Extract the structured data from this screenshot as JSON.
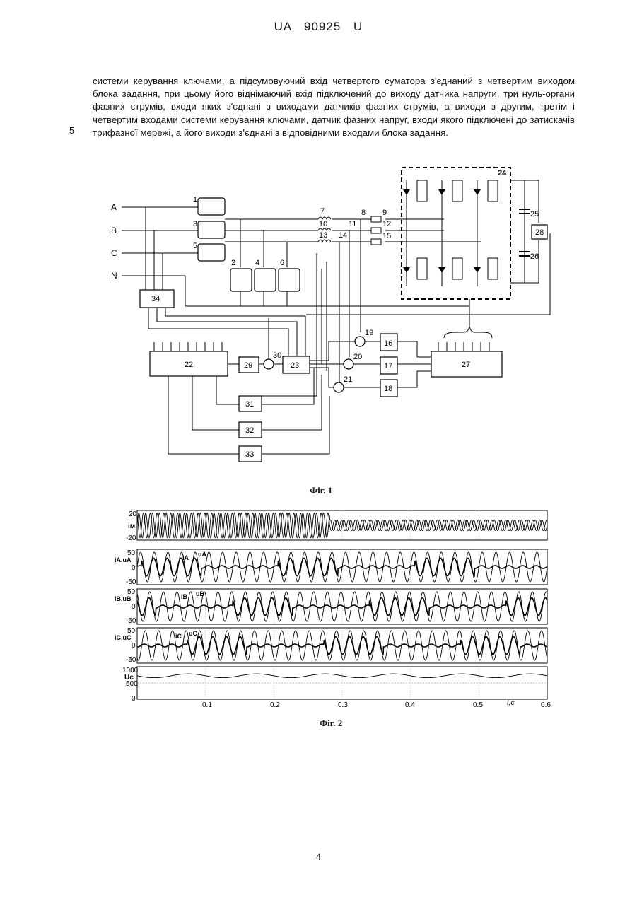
{
  "header": "UA 90925 U",
  "paragraph": "системи керування ключами, а підсумовуючий вхід четвертого суматора з'єднаний з четвертим виходом блока задання, при цьому його віднімаючий вхід підключений до виходу датчика напруги, три нуль-органи фазних струмів, входи яких з'єднані з виходами датчиків фазних струмів, а виходи з другим, третім і четвертим входами системи керування ключами, датчик фазних напруг, входи якого підключені до затискачів трифазної мережі, а його виходи з'єднані з відповідними входами блока задання.",
  "line_number": "5",
  "figure1": {
    "caption": "Фіг. 1",
    "phase_labels": [
      "A",
      "B",
      "C",
      "N"
    ],
    "block_labels": [
      "1",
      "3",
      "5",
      "2",
      "4",
      "6",
      "7",
      "10",
      "13",
      "8",
      "11",
      "14",
      "9",
      "12",
      "15",
      "24",
      "25",
      "26",
      "28",
      "34",
      "22",
      "29",
      "30",
      "23",
      "19",
      "20",
      "21",
      "16",
      "17",
      "18",
      "27",
      "31",
      "32",
      "33"
    ]
  },
  "figure2": {
    "caption": "Фіг. 2",
    "panels": [
      {
        "ylabel": "iм",
        "ticks": [
          "20",
          "-20"
        ]
      },
      {
        "ylabel": "iA,uA",
        "ticks": [
          "50",
          "0",
          "-50"
        ],
        "curve_labels": [
          "iA",
          "uA"
        ]
      },
      {
        "ylabel": "iB,uB",
        "ticks": [
          "50",
          "0",
          "-50"
        ],
        "curve_labels": [
          "iB",
          "uB"
        ]
      },
      {
        "ylabel": "iC,uC",
        "ticks": [
          "50",
          "0",
          "-50"
        ],
        "curve_labels": [
          "iC",
          "uC"
        ]
      },
      {
        "ylabel": "Uc",
        "ticks": [
          "1000",
          "500",
          "0"
        ]
      }
    ],
    "x_ticks": [
      "0.1",
      "0.2",
      "0.3",
      "0.4",
      "0.5",
      "0.6"
    ],
    "x_unit": "t,c"
  },
  "page_number": "4"
}
